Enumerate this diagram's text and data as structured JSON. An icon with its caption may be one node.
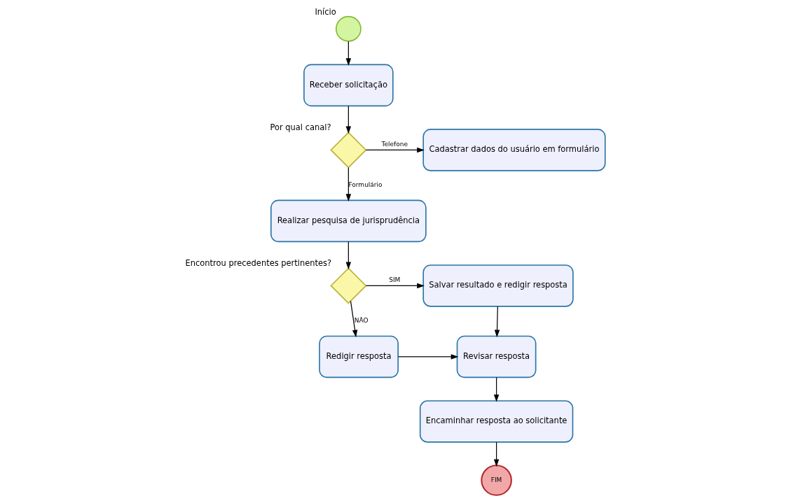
{
  "diagram": {
    "nodes": [
      {
        "text": [],
        "shape": "circle",
        "beside": [
          "Início"
        ]
      },
      {
        "text": [
          "Receber solicitação"
        ]
      },
      {
        "text": [],
        "shape": "diamond",
        "beside": [
          "Por qual canal?"
        ]
      },
      {
        "text": [
          "Cadastrar dados do usuário em formulário"
        ]
      },
      {
        "text": [
          "Realizar pesquisa de jurisprudência"
        ]
      },
      {
        "text": [],
        "shape": "diamond",
        "beside": [
          "Encontrou precedentes pertinentes?"
        ]
      },
      {
        "text": [
          "Salvar resultado e redigir resposta"
        ]
      },
      {
        "text": [
          "Redigir resposta"
        ]
      },
      {
        "text": [
          "Revisar resposta"
        ]
      },
      {
        "text": [
          "Encaminhar resposta ao solicitante"
        ]
      },
      {
        "text": [
          "FIM"
        ]
      }
    ],
    "edges": [
      {
        "from": 0,
        "to": 1,
        "arrow": "to"
      },
      {
        "from": 1,
        "to": 2,
        "arrow": "to"
      },
      {
        "from": 2,
        "to": 3,
        "arrow": "to",
        "label": "Telefone"
      },
      {
        "from": 2,
        "to": 4,
        "arrow": "to",
        "label": "Formulário"
      },
      {
        "from": 4,
        "to": 5,
        "arrow": "to"
      },
      {
        "from": 5,
        "to": 6,
        "arrow": "to",
        "label": "SIM"
      },
      {
        "from": 5,
        "to": 7,
        "arrow": "to",
        "label": "NÃO"
      },
      {
        "from": 6,
        "to": 8,
        "arrow": "to"
      },
      {
        "from": 7,
        "to": 8,
        "arrow": "to"
      },
      {
        "from": 8,
        "to": 9,
        "arrow": "to"
      },
      {
        "from": 9,
        "to": 10,
        "arrow": "to"
      }
    ]
  }
}
